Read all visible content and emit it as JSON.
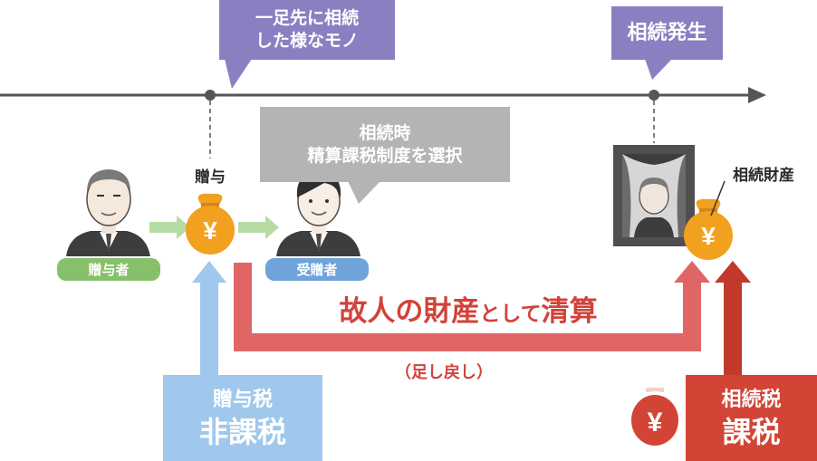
{
  "bubbles": {
    "early_inheritance": [
      "一足先に相続",
      "した様なモノ"
    ],
    "inheritance_event": "相続発生",
    "settlement_choice": [
      "相続時",
      "精算課税制度を選択"
    ]
  },
  "labels": {
    "gift": "贈与",
    "donor": "贈与者",
    "recipient": "受贈者",
    "estate": "相続財産",
    "settle_big1": "故人の財産",
    "settle_small": "として",
    "settle_big2": "清算",
    "give_back": "（足し戻し）"
  },
  "tax_boxes": {
    "gift_tax": {
      "line1": "贈与税",
      "line2": "非課税"
    },
    "inheritance_tax": {
      "line1": "相続税",
      "line2": "課税"
    }
  },
  "icons": {
    "yen_symbol": "¥"
  },
  "colors": {
    "purple": "#8a7fc1",
    "gray": "#b4b4b4",
    "green": "#86c06a",
    "light_blue": "#9fc8ec",
    "red": "#d24436",
    "arrow_red": "#e06666",
    "money_bag": "#f2a020"
  }
}
